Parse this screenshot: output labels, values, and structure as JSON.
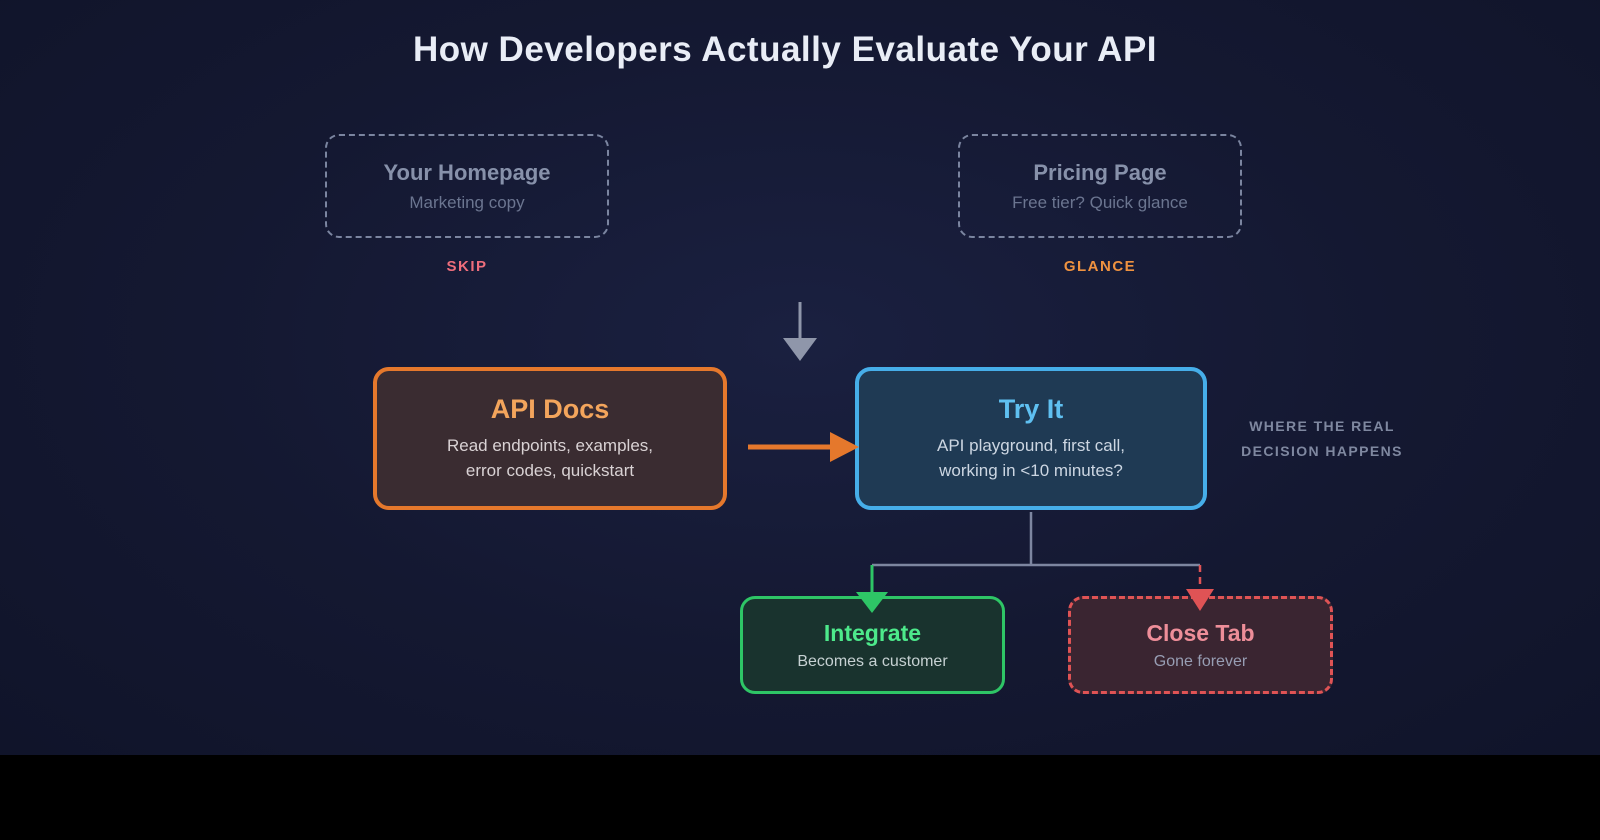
{
  "title": "How Developers Actually Evaluate Your API",
  "top_row": {
    "homepage": {
      "title": "Your Homepage",
      "subtitle": "Marketing copy",
      "tag": "SKIP"
    },
    "pricing": {
      "title": "Pricing Page",
      "subtitle": "Free tier? Quick glance",
      "tag": "GLANCE"
    }
  },
  "mid_row": {
    "api_docs": {
      "title": "API Docs",
      "subtitle": "Read endpoints, examples,\nerror codes, quickstart"
    },
    "try_it": {
      "title": "Try It",
      "subtitle": "API playground, first call,\nworking in <10 minutes?",
      "side_note": "WHERE THE REAL\nDECISION HAPPENS"
    }
  },
  "bottom_row": {
    "integrate": {
      "title": "Integrate",
      "subtitle": "Becomes a customer"
    },
    "close_tab": {
      "title": "Close Tab",
      "subtitle": "Gone forever"
    }
  },
  "colors": {
    "background": "#141831",
    "bottom_bar": "#000000",
    "title_text": "#e9edf6",
    "dashed_box_border": "#7b85a0",
    "dashed_box_title": "#8791aa",
    "dashed_box_subtitle": "#6b7590",
    "skip_tag": "#ee6e7c",
    "glance_tag": "#ef9240",
    "api_docs_accent": "#e5782c",
    "api_docs_title": "#f3a55c",
    "try_it_accent": "#46aee9",
    "try_it_title": "#5fc0f1",
    "integrate_accent": "#2ec566",
    "integrate_title": "#4de98b",
    "close_tab_accent": "#df5355",
    "close_tab_title": "#ee8e99",
    "connector_gray": "#7d86a0",
    "down_arrow_gray": "#8f96aa",
    "side_note_text": "#7f88a0"
  }
}
